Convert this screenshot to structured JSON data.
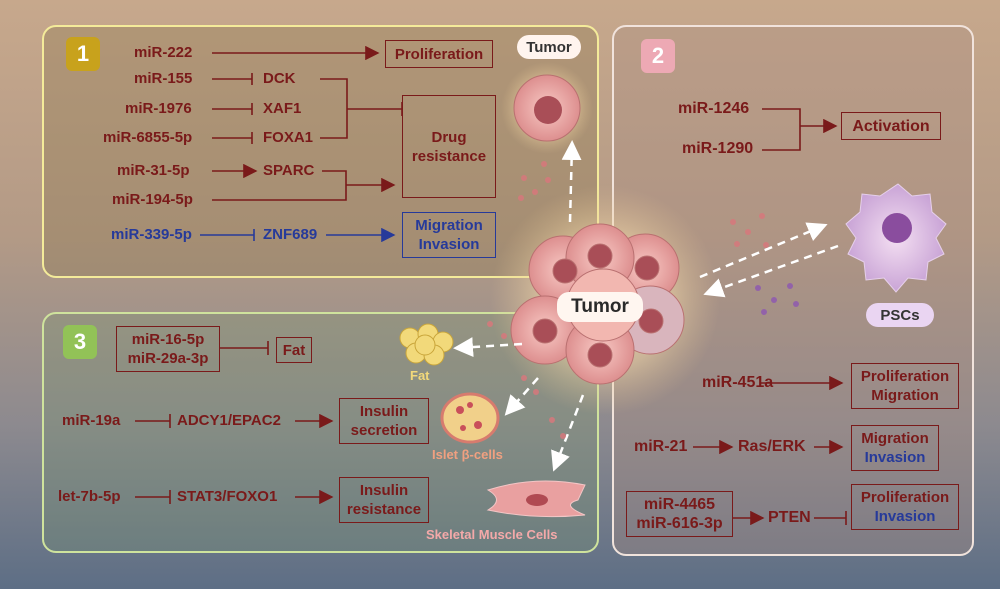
{
  "panel1": {
    "badge": "1",
    "mirnas": [
      "miR-222",
      "miR-155",
      "miR-1976",
      "miR-6855-5p",
      "miR-31-5p",
      "miR-194-5p",
      "miR-339-5p"
    ],
    "targets": [
      "DCK",
      "XAF1",
      "FOXA1",
      "SPARC",
      "ZNF689"
    ],
    "outcomes": {
      "proliferation": "Proliferation",
      "drug1": "Drug",
      "drug2": "resistance",
      "mig": "Migration",
      "inv": "Invasion"
    }
  },
  "panel2": {
    "badge": "2",
    "mirnas": [
      "miR-1246",
      "miR-1290",
      "miR-451a",
      "miR-21",
      "miR-4465",
      "miR-616-3p"
    ],
    "targets": [
      "Ras/ERK",
      "PTEN"
    ],
    "outcomes": {
      "activation": "Activation",
      "prolif": "Proliferation",
      "migration": "Migration",
      "invasion": "Invasion"
    },
    "pscs": "PSCs"
  },
  "panel3": {
    "badge": "3",
    "mirnas": [
      "miR-16-5p",
      "miR-29a-3p",
      "miR-19a",
      "let-7b-5p"
    ],
    "targets": [
      "ADCY1/EPAC2",
      "STAT3/FOXO1"
    ],
    "outcomes": {
      "fat": "Fat",
      "ins1": "Insulin",
      "secretion": "secretion",
      "resistance": "resistance"
    }
  },
  "center": {
    "tumor": "Tumor",
    "tumor_small": "Tumor"
  },
  "captions": {
    "fat": "Fat",
    "islet": "Islet β-cells",
    "muscle": "Skeletal Muscle Cells"
  },
  "colors": {
    "dark_red": "#7a1a1a",
    "blue": "#263a9a",
    "panel1_border": "#f4eb9a",
    "panel2_border": "#f1e3dc",
    "panel3_border": "#cfe39d"
  },
  "icons": [
    "tumor-cell-icon",
    "tumor-cluster-icon",
    "psc-cell-icon",
    "fat-icon",
    "islet-cell-icon",
    "muscle-cell-icon"
  ]
}
